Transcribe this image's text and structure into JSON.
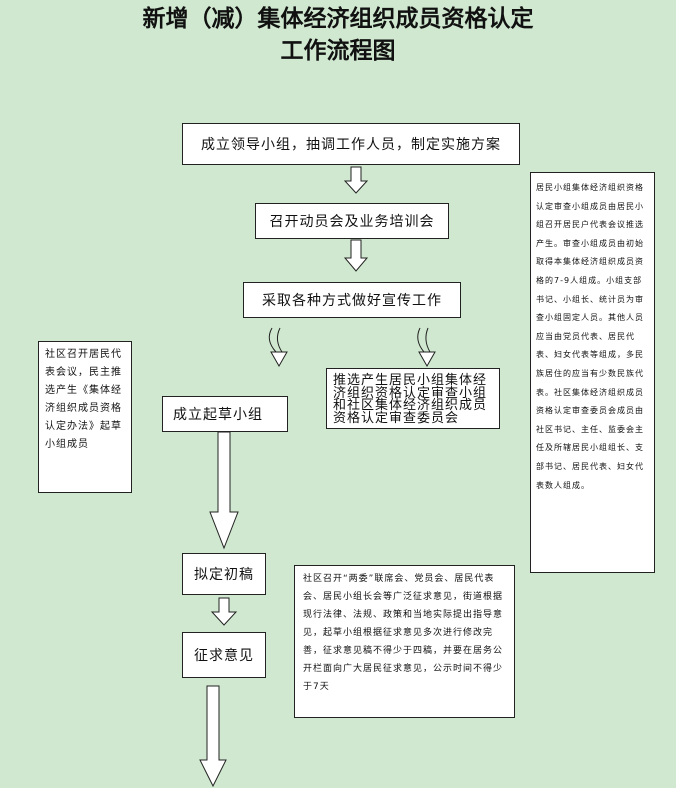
{
  "title": {
    "line1": "新增（减）集体经济组织成员资格认定",
    "line2": "工作流程图"
  },
  "steps": {
    "leading_group": "成立领导小组，抽调工作人员，制定实施方案",
    "mobilization": "召开动员会及业务培训会",
    "publicity": "采取各种方式做好宣传工作",
    "drafting_group": "成立起草小组",
    "election": "推选产生居民小组集体经济组织资格认定审查小组和社区集体经济组织成员资格认定审查委员会",
    "draft": "拟定初稿",
    "consult": "征求意见"
  },
  "notes": {
    "left": "社区召开居民代表会议，民主推选产生《集体经济组织成员资格认定办法》起草小组成员",
    "right": "居民小组集体经济组织资格认定审查小组成员由居民小组召开居民户代表会议推选产生。审查小组成员由初始取得本集体经济组织成员资格的7-9人组成。小组支部书记、小组长、统计员为审查小组固定人员。其他人员应当由党员代表、居民代表、妇女代表等组成，多民族居住的应当有少数民族代表。社区集体经济组织成员资格认定审查委员会成员由社区书记、主任、监委会主任及所辖居民小组组长、支部书记、居民代表、妇女代表数人组成。",
    "bottom": "社区召开“两委”联席会、党员会、居民代表会、居民小组长会等广泛征求意见，街道根据现行法律、法规、政策和当地实际提出指导意见，起草小组根据征求意见多次进行修改完善，征求意见稿不得少于四稿，并要在居务公开栏面向广大居民征求意见，公示时间不得少于7天"
  }
}
